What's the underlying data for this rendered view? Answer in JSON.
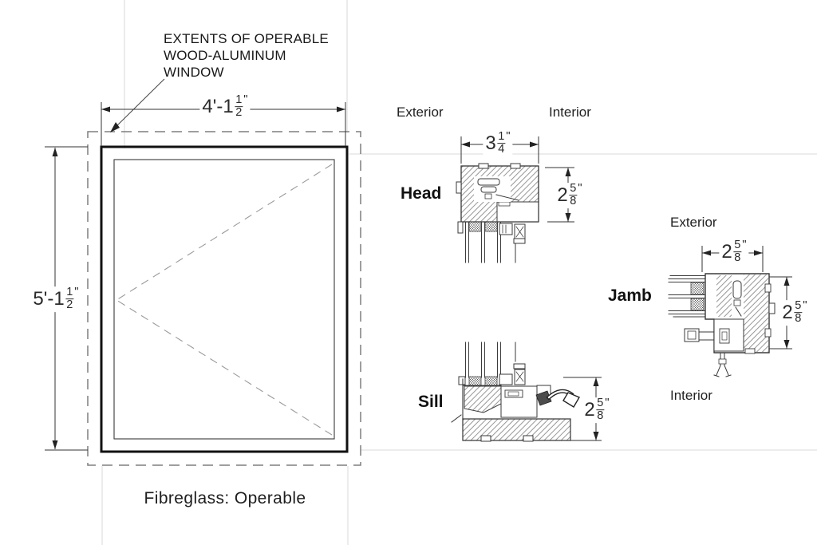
{
  "annotations": {
    "extents_label": [
      "EXTENTS OF OPERABLE",
      "WOOD-ALUMINUM",
      "WINDOW"
    ],
    "caption": "Fibreglass: Operable"
  },
  "elevation": {
    "width_dim": {
      "main": "4'-1",
      "num": "1",
      "den": "2",
      "unit": "\""
    },
    "height_dim": {
      "main": "5'-1",
      "num": "1",
      "den": "2",
      "unit": "\""
    }
  },
  "sections": {
    "orientation_mid": {
      "exterior": "Exterior",
      "interior": "Interior"
    },
    "head": {
      "label": "Head",
      "width_dim": {
        "main": "3",
        "num": "1",
        "den": "4",
        "unit": "\""
      },
      "depth_dim": {
        "main": "2",
        "num": "5",
        "den": "8",
        "unit": "\""
      }
    },
    "sill": {
      "label": "Sill",
      "depth_dim": {
        "main": "2",
        "num": "5",
        "den": "8",
        "unit": "\""
      }
    },
    "jamb": {
      "label": "Jamb",
      "exterior": "Exterior",
      "interior": "Interior",
      "width_dim": {
        "main": "2",
        "num": "5",
        "den": "8",
        "unit": "\""
      },
      "depth_dim": {
        "main": "2",
        "num": "5",
        "den": "8",
        "unit": "\""
      }
    }
  }
}
